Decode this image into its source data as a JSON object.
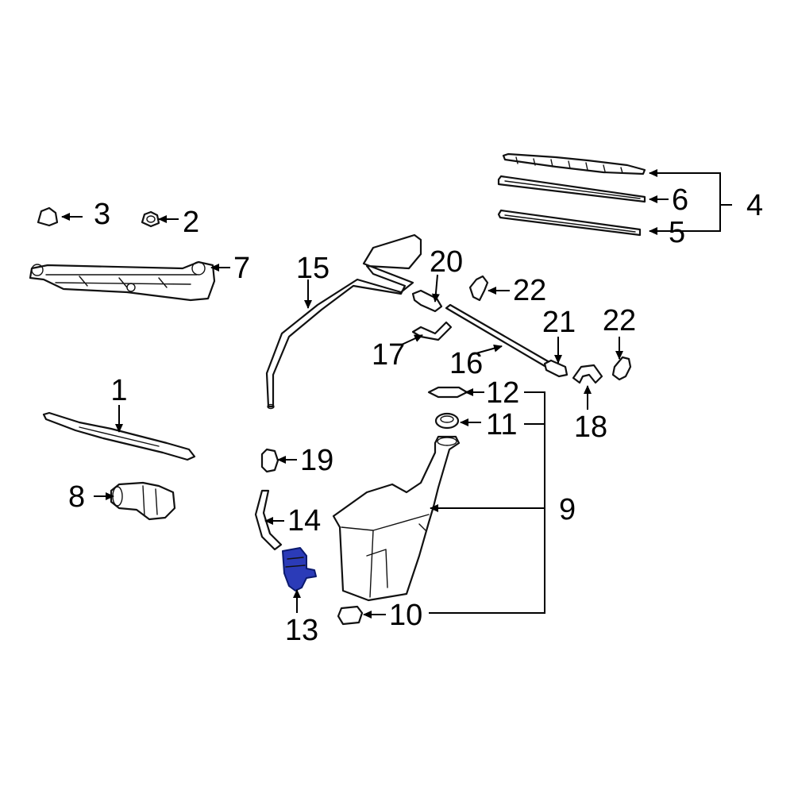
{
  "diagram": {
    "highlight_color": "#2b3bb8",
    "callouts": {
      "c1": "1",
      "c2": "2",
      "c3": "3",
      "c4": "4",
      "c5": "5",
      "c6": "6",
      "c7": "7",
      "c8": "8",
      "c9": "9",
      "c10": "10",
      "c11": "11",
      "c12": "12",
      "c13": "13",
      "c14": "14",
      "c15": "15",
      "c16": "16",
      "c17": "17",
      "c18": "18",
      "c19": "19",
      "c20": "20",
      "c21": "21",
      "c22a": "22",
      "c22b": "22"
    }
  }
}
